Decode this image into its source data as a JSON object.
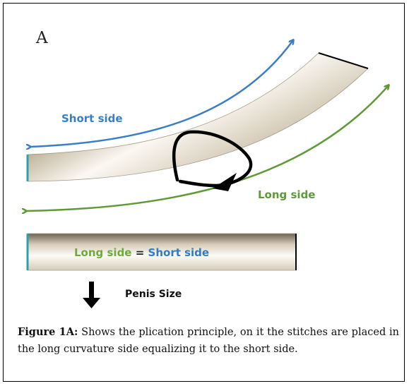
{
  "figure": {
    "panel_letter": "A",
    "short_side_label": "Short side",
    "long_side_label": "Long side",
    "equation": {
      "left": "Long side",
      "sign": "=",
      "right": "Short side"
    },
    "size_label": "Penis Size",
    "caption_lead": "Figure 1A:",
    "caption_text": "Shows the plication principle, on it the stitches are placed in the long curvature side equalizing it to the short side."
  },
  "colors": {
    "short_side": "#3a7fc4",
    "long_side": "#5f9a36",
    "tube_end": "#2aa0b0",
    "stitch": "#000000"
  },
  "icons": [
    "down-arrow-icon"
  ]
}
